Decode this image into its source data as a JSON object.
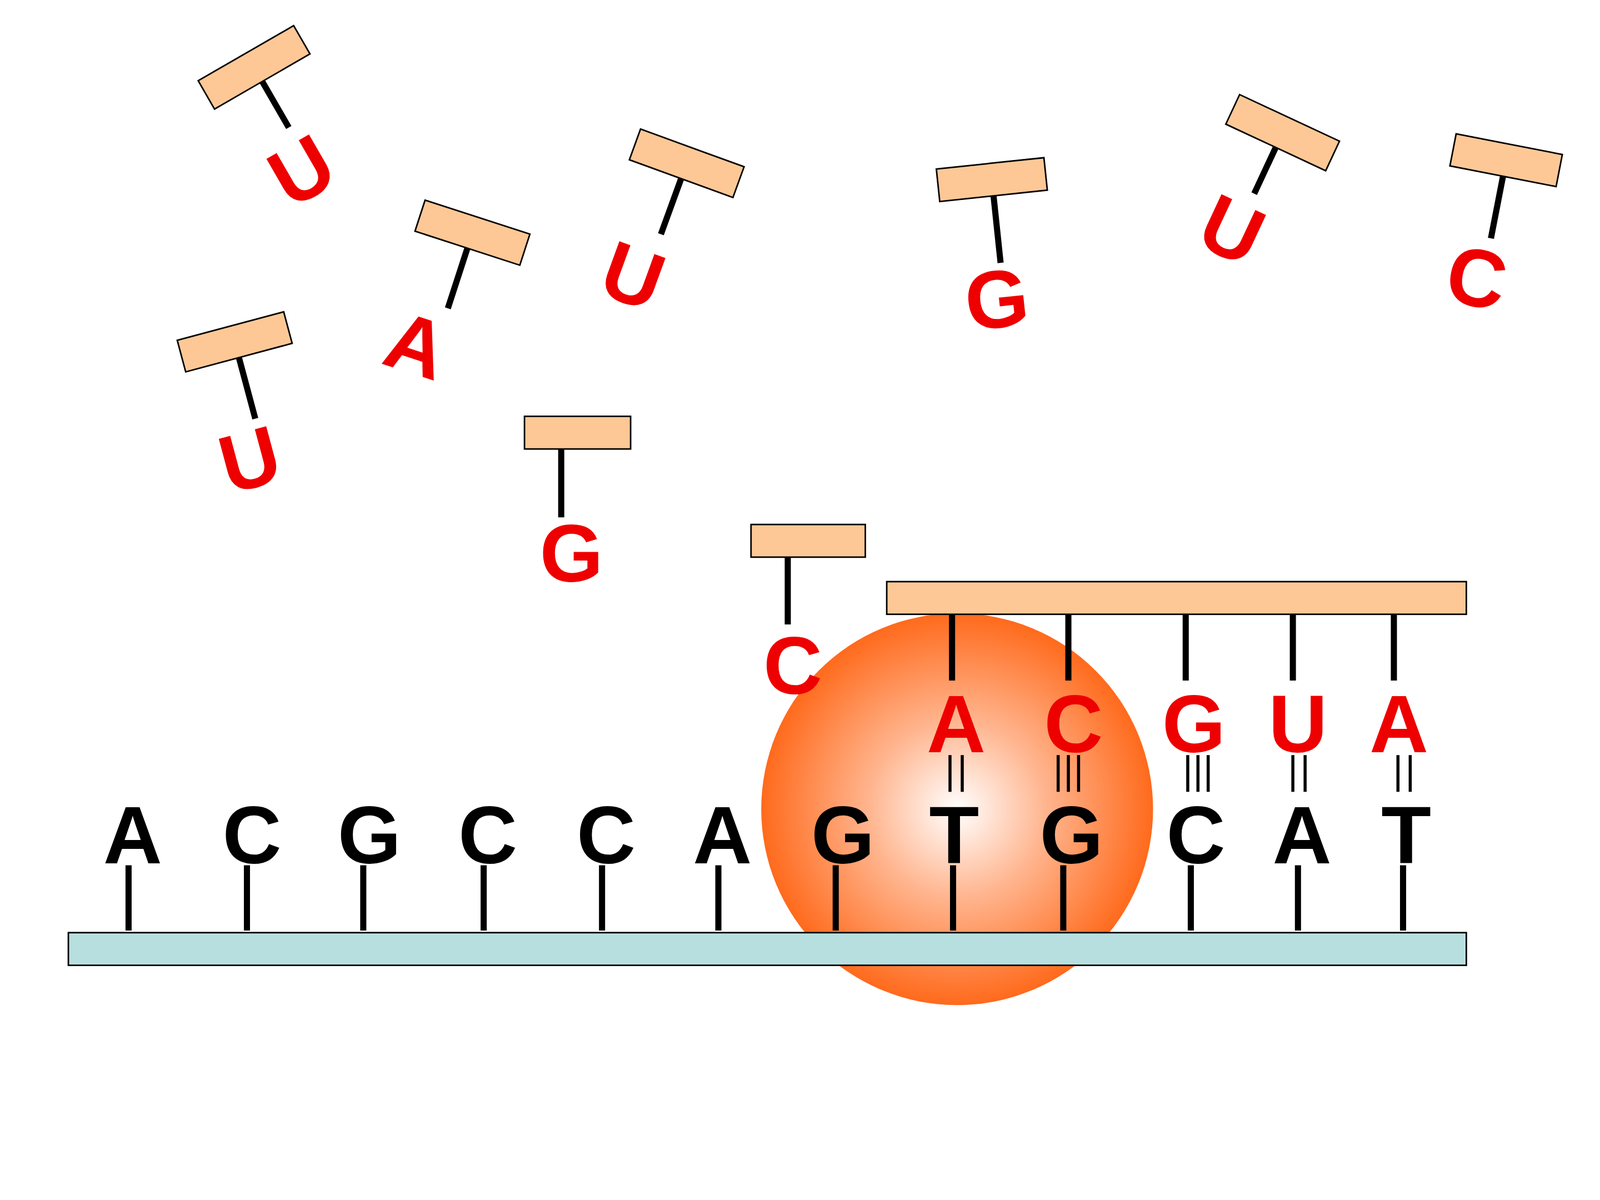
{
  "diagram": {
    "labels": [
      "U",
      "A",
      "U",
      "G",
      "U",
      "C",
      "U",
      "G",
      "C",
      "A",
      "C",
      "G",
      "U",
      "A",
      "A",
      "C",
      "G",
      "C",
      "C",
      "A",
      "G",
      "T",
      "G",
      "C",
      "A",
      "T"
    ]
  }
}
